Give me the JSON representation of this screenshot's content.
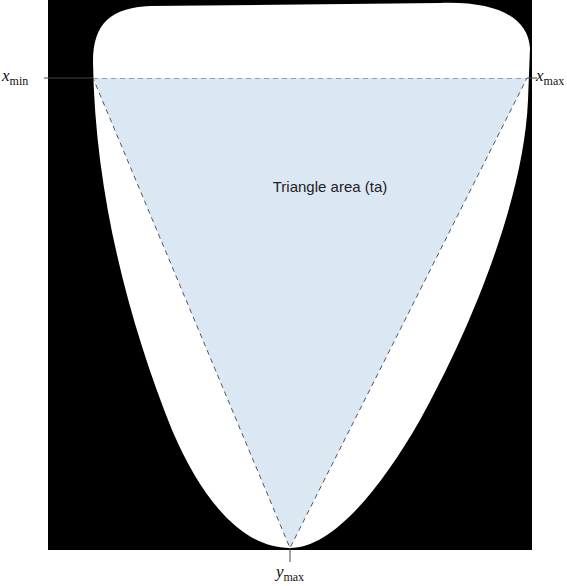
{
  "diagram": {
    "nodes": [
      {
        "text": [
          "Triangle area (ta)"
        ]
      }
    ],
    "labels": [
      "x",
      "min",
      "x",
      "max",
      "y",
      "max"
    ]
  }
}
